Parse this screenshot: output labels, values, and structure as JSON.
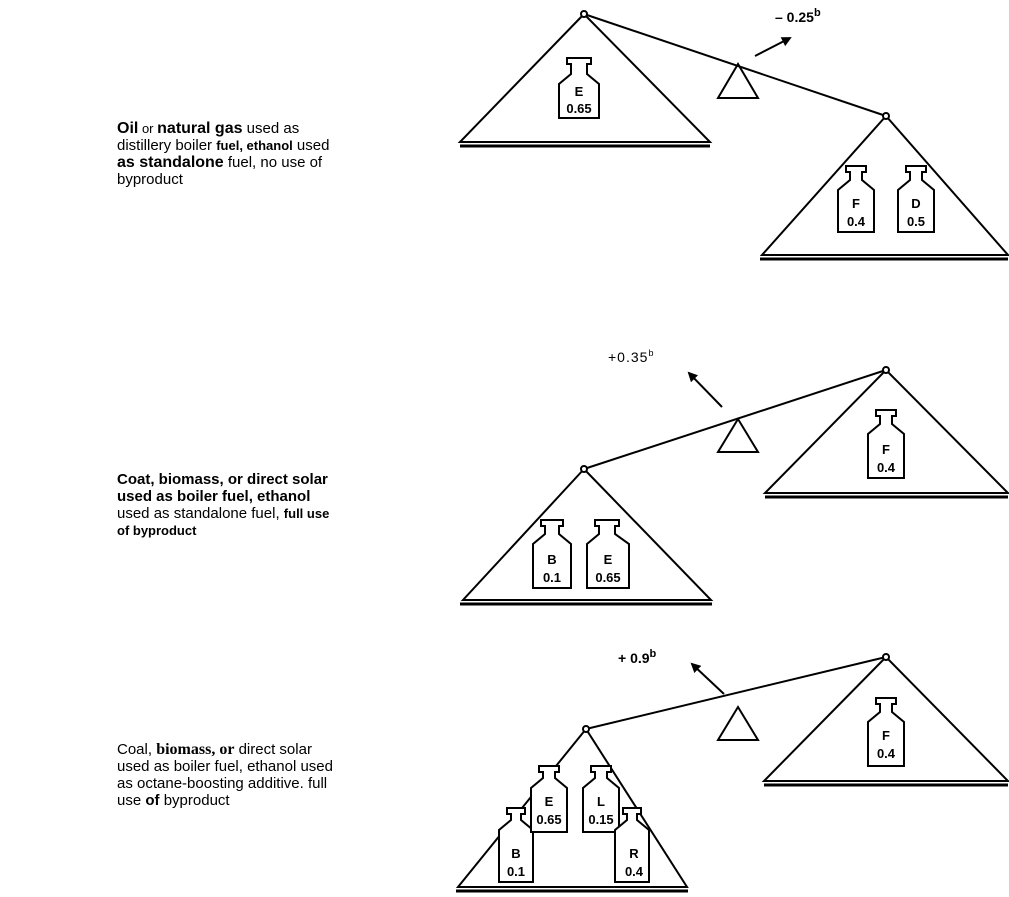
{
  "scenarios": [
    {
      "caption_parts": [
        "Oil",
        " or ",
        "natural gas",
        " used as distillery boiler ",
        "fuel, ethanol",
        " used ",
        "as  standalone",
        " fuel, no use of byproduct"
      ],
      "arrow_label": "– 0.25",
      "arrow_sup": "b",
      "left_weights": [
        {
          "letter": "E",
          "value": "0.65"
        }
      ],
      "right_weights": [
        {
          "letter": "F",
          "value": "0.4"
        },
        {
          "letter": "D",
          "value": "0.5"
        }
      ]
    },
    {
      "caption_parts": [
        "Coat, biomass, or direct solar used as boiler fuel,",
        " ",
        "ethanol",
        " used as standalone fuel,",
        " ",
        "full use of byproduct"
      ],
      "arrow_label": "+0.35",
      "arrow_sup": "b",
      "left_weights": [
        {
          "letter": "B",
          "value": "0.1"
        },
        {
          "letter": "E",
          "value": "0.65"
        }
      ],
      "right_weights": [
        {
          "letter": "F",
          "value": "0.4"
        }
      ]
    },
    {
      "caption_parts": [
        "Coal, ",
        "biomass, or",
        " direct solar used as boiler fuel, ethanol used as octane-boosting additive. full use ",
        "of",
        " byproduct"
      ],
      "arrow_label": "+ 0.9",
      "arrow_sup": "b",
      "left_weights": [
        {
          "letter": "B",
          "value": "0.1"
        },
        {
          "letter": "E",
          "value": "0.65"
        },
        {
          "letter": "L",
          "value": "0.15"
        },
        {
          "letter": "R",
          "value": "0.4"
        }
      ],
      "right_weights": [
        {
          "letter": "F",
          "value": "0.4"
        }
      ]
    }
  ]
}
